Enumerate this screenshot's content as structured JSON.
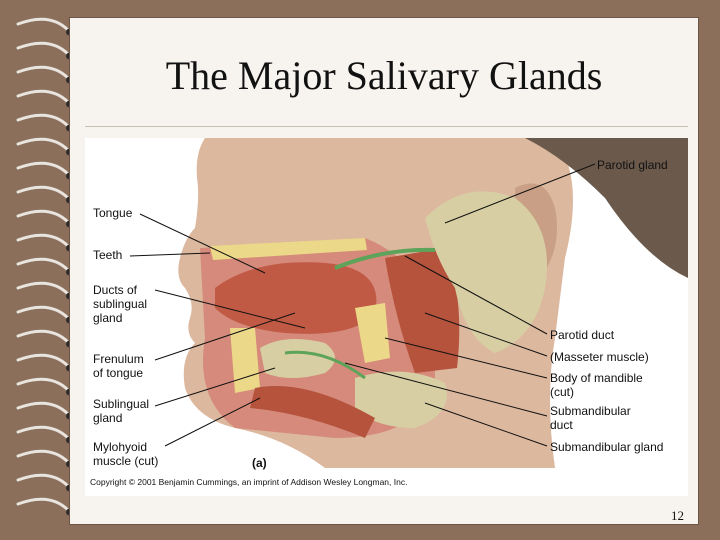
{
  "slide": {
    "title": "The Major Salivary Glands",
    "page_number": "12"
  },
  "figure": {
    "panel_letter": "(a)",
    "copyright": "Copyright © 2001 Benjamin Cummings, an imprint of Addison Wesley Longman, Inc.",
    "labels": {
      "tongue": "Tongue",
      "teeth": "Teeth",
      "ducts_sublingual": "Ducts of\nsublingual\ngland",
      "frenulum": "Frenulum\nof tongue",
      "sublingual_gland": "Sublingual\ngland",
      "mylohyoid": "Mylohyoid\nmuscle (cut)",
      "parotid_gland": "Parotid gland",
      "parotid_duct": "Parotid duct",
      "masseter": "(Masseter muscle)",
      "body_mandible": "Body of mandible\n(cut)",
      "submandibular_duct": "Submandibular\nduct",
      "submandibular_gland": "Submandibular gland"
    },
    "colors": {
      "skin": "#d9b59a",
      "gland": "#d7cfa3",
      "muscle": "#b5533d",
      "tongue": "#c05a45",
      "duct": "#5da35a",
      "bone": "#ecd889"
    }
  }
}
